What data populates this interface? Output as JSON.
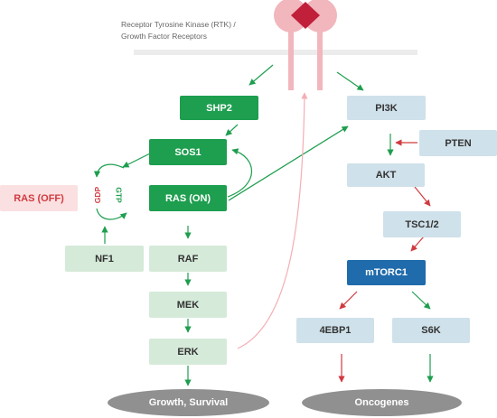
{
  "receptor": {
    "label_line1": "Receptor Tyrosine Kinase (RTK) /",
    "label_line2": "Growth Factor Receptors"
  },
  "nodes": {
    "shp2": "SHP2",
    "sos1": "SOS1",
    "ras_on": "RAS (ON)",
    "ras_off": "RAS (OFF)",
    "nf1": "NF1",
    "raf": "RAF",
    "mek": "MEK",
    "erk": "ERK",
    "pi3k": "PI3K",
    "pten": "PTEN",
    "akt": "AKT",
    "tsc": "TSC1/2",
    "mtorc1": "mTORC1",
    "fourebp1": "4EBP1",
    "s6k": "S6K"
  },
  "cycle": {
    "gdp": "GDP",
    "gtp": "GTP"
  },
  "outcomes": {
    "growth": "Growth, Survival",
    "oncogenes": "Oncogenes"
  },
  "colors": {
    "activation": "#1e9e4f",
    "inhibition": "#d13a3f",
    "receptor": "#f2b6bd",
    "receptor_core": "#c0203a",
    "feedback": "#f4aeb4"
  }
}
